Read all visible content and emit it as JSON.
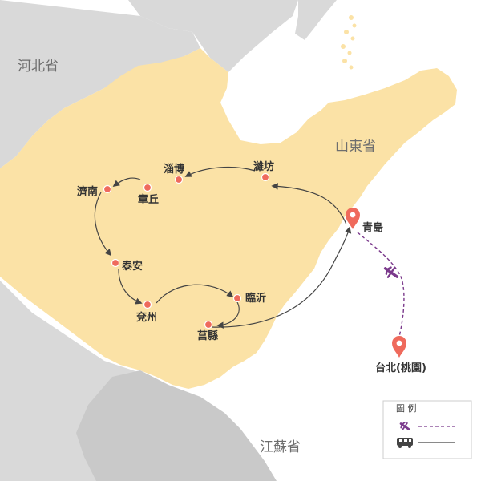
{
  "regions": {
    "hebei": "河北省",
    "shandong": "山東省",
    "jiangsu": "江蘇省"
  },
  "cities": {
    "zibo": "淄博",
    "weifang": "濰坊",
    "jinan": "濟南",
    "zhangqiu": "章丘",
    "qingdao": "青島",
    "taian": "泰安",
    "yanzhou": "兗州",
    "linyi": "臨沂",
    "juxian": "莒縣",
    "taipei": "台北(桃園)"
  },
  "legend": {
    "title": "圖 例",
    "flight": {
      "icon": "airplane-icon",
      "style": "dashed"
    },
    "bus": {
      "icon": "bus-icon",
      "style": "solid"
    }
  },
  "colors": {
    "province": "#fbe2a6",
    "neighbor": "#d8d8d8",
    "sea": "#ffffff",
    "city_dot": "#ef6a5c",
    "pin": "#ef6a5c",
    "flight": "#7b3a8c",
    "bus_route": "#444444"
  }
}
